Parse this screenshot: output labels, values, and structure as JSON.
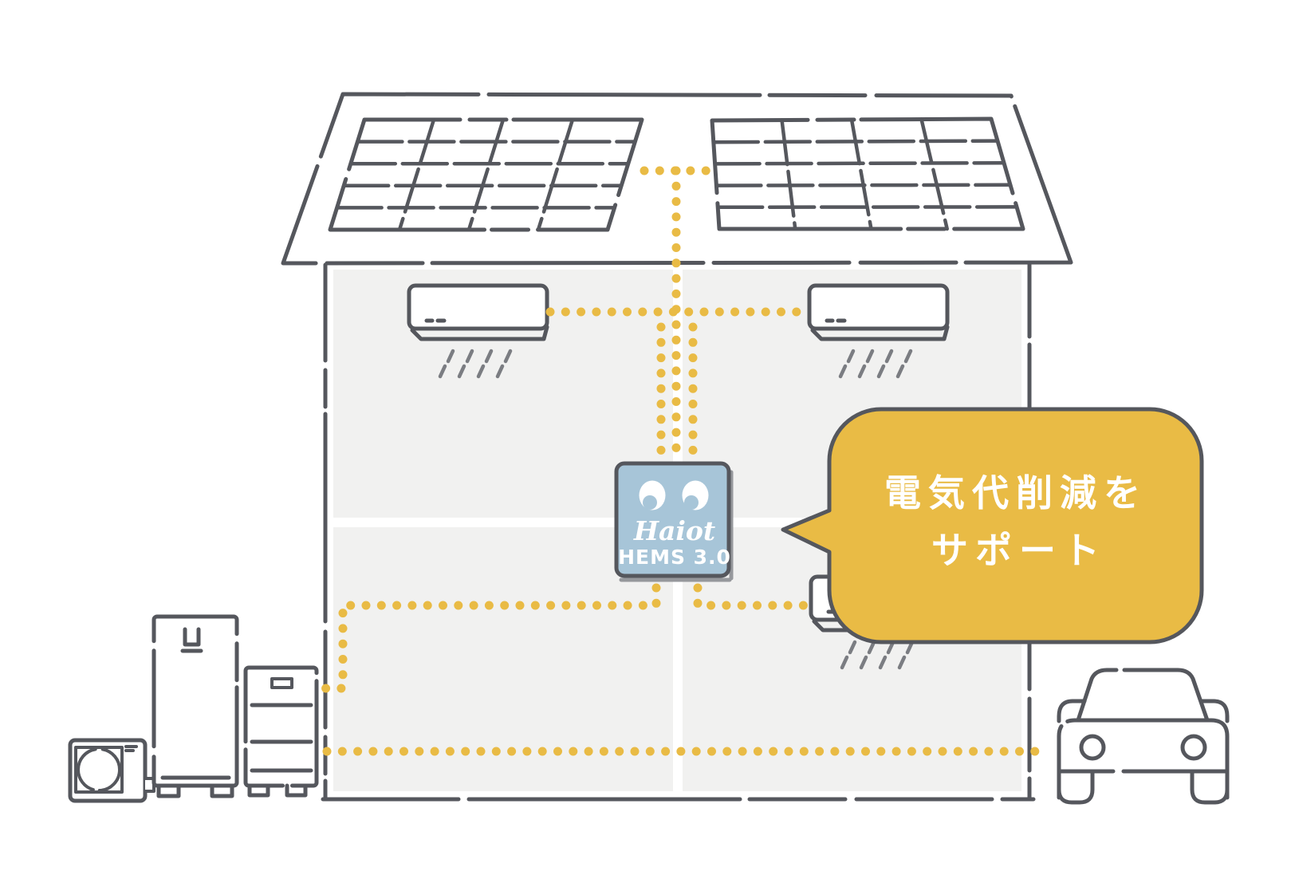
{
  "colors": {
    "outline": "#55575d",
    "connection_yellow": "#e9bb45",
    "bubble_yellow": "#e9bb45",
    "hems_blue": "#a7c5d8",
    "room_gray": "#f1f1f0",
    "text_white": "#ffffff",
    "airflow_gray": "#7b7d82"
  },
  "hems": {
    "logo": "Haiot",
    "model": "HEMS 3.0"
  },
  "bubble": {
    "line1": "電気代削減を",
    "line2": "サポート"
  },
  "components": [
    {
      "name": "solar-panel-left"
    },
    {
      "name": "solar-panel-right"
    },
    {
      "name": "house"
    },
    {
      "name": "air-conditioner-top-left"
    },
    {
      "name": "air-conditioner-top-right"
    },
    {
      "name": "air-conditioner-bottom"
    },
    {
      "name": "heat-pump-outdoor-unit"
    },
    {
      "name": "water-heater-tank"
    },
    {
      "name": "storage-battery"
    },
    {
      "name": "hems-controller"
    },
    {
      "name": "speech-bubble"
    },
    {
      "name": "electric-car"
    }
  ]
}
